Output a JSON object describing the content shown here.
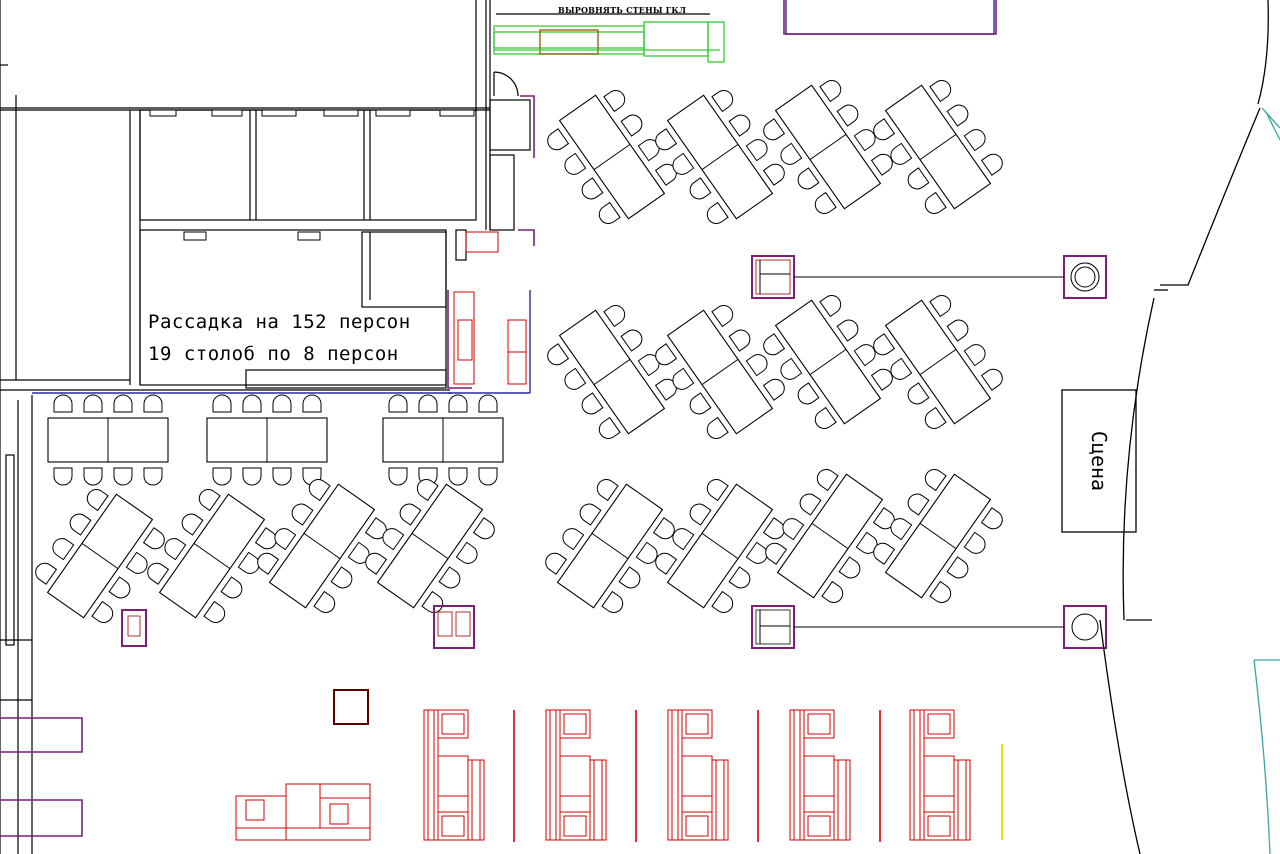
{
  "notes": {
    "line1": "Рассадка на 152 персон",
    "line2": "19 столоб по 8 персон"
  },
  "stage": {
    "label": "Сцена"
  },
  "top_label": "ВЫРОВНЯТЬ СТЕНЫ ГКЛ",
  "colors": {
    "walls": "#000000",
    "furniture": "#000000",
    "sofas": "#d40000",
    "columns": "#7a1f7a",
    "partition": "#33cc33",
    "glass": "#2a2a9a",
    "accent": "#e6e600",
    "teal": "#3aa6a6"
  },
  "icons": {
    "table": "table-icon",
    "chair": "chair-icon",
    "column": "column-icon",
    "sofa": "sofa-icon"
  }
}
